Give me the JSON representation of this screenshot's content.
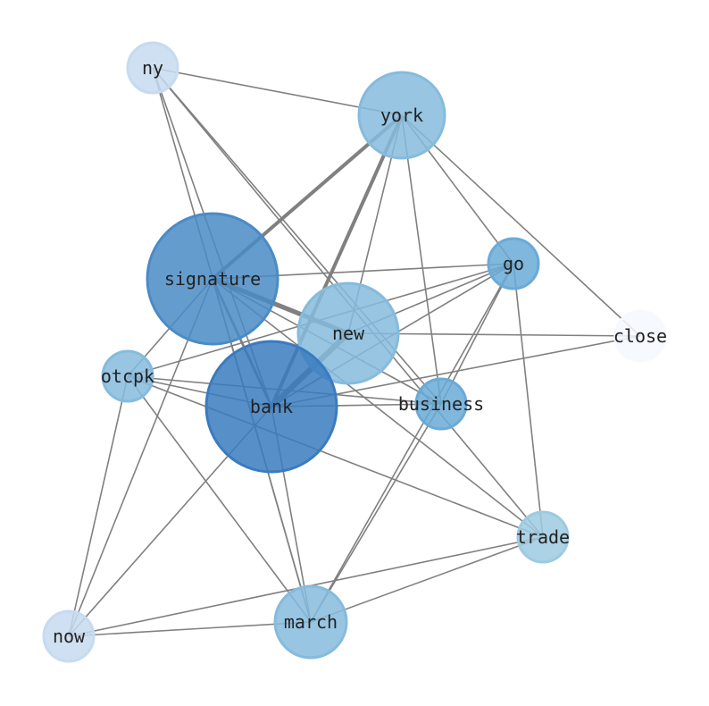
{
  "nodes": [
    {
      "id": "ny",
      "label": "ny",
      "color": "#c6dbef",
      "weight": 1
    },
    {
      "id": "york",
      "label": "york",
      "color": "#85bbdd",
      "weight": 3
    },
    {
      "id": "signature",
      "label": "signature",
      "color": "#4a8bc6",
      "weight": 5
    },
    {
      "id": "go",
      "label": "go",
      "color": "#6aaad6",
      "weight": 1
    },
    {
      "id": "new",
      "label": "new",
      "color": "#85bbdd",
      "weight": 4
    },
    {
      "id": "close",
      "label": "close",
      "color": "#f5f9fe",
      "weight": 1
    },
    {
      "id": "otcpk",
      "label": "otcpk",
      "color": "#85bbdd",
      "weight": 1
    },
    {
      "id": "bank",
      "label": "bank",
      "color": "#3a7bbf",
      "weight": 5
    },
    {
      "id": "business",
      "label": "business",
      "color": "#6aaad6",
      "weight": 1
    },
    {
      "id": "trade",
      "label": "trade",
      "color": "#9ecae1",
      "weight": 1
    },
    {
      "id": "now",
      "label": "now",
      "color": "#c6dbef",
      "weight": 1
    },
    {
      "id": "march",
      "label": "march",
      "color": "#85bbdd",
      "weight": 2
    }
  ],
  "edges": [
    [
      "ny",
      "york",
      1
    ],
    [
      "ny",
      "bank",
      1
    ],
    [
      "ny",
      "march",
      1
    ],
    [
      "ny",
      "business",
      1
    ],
    [
      "ny",
      "trade",
      1
    ],
    [
      "york",
      "signature",
      3
    ],
    [
      "york",
      "bank",
      3
    ],
    [
      "york",
      "new",
      1
    ],
    [
      "york",
      "business",
      1
    ],
    [
      "york",
      "go",
      1
    ],
    [
      "york",
      "close",
      1
    ],
    [
      "signature",
      "go",
      1
    ],
    [
      "signature",
      "new",
      4
    ],
    [
      "signature",
      "business",
      1
    ],
    [
      "signature",
      "bank",
      2
    ],
    [
      "signature",
      "otcpk",
      1
    ],
    [
      "signature",
      "now",
      1
    ],
    [
      "signature",
      "march",
      1
    ],
    [
      "signature",
      "trade",
      1
    ],
    [
      "go",
      "new",
      1
    ],
    [
      "go",
      "otcpk",
      1
    ],
    [
      "go",
      "bank",
      1
    ],
    [
      "go",
      "business",
      1
    ],
    [
      "go",
      "march",
      1
    ],
    [
      "go",
      "trade",
      1
    ],
    [
      "close",
      "new",
      1
    ],
    [
      "close",
      "bank",
      1
    ],
    [
      "otcpk",
      "bank",
      1
    ],
    [
      "otcpk",
      "business",
      1
    ],
    [
      "otcpk",
      "trade",
      1
    ],
    [
      "otcpk",
      "now",
      1
    ],
    [
      "otcpk",
      "march",
      1
    ],
    [
      "bank",
      "business",
      1
    ],
    [
      "bank",
      "march",
      1
    ],
    [
      "bank",
      "now",
      1
    ],
    [
      "bank",
      "new",
      5
    ],
    [
      "march",
      "business",
      1
    ],
    [
      "march",
      "trade",
      1
    ],
    [
      "march",
      "now",
      1
    ],
    [
      "now",
      "trade",
      1
    ]
  ]
}
